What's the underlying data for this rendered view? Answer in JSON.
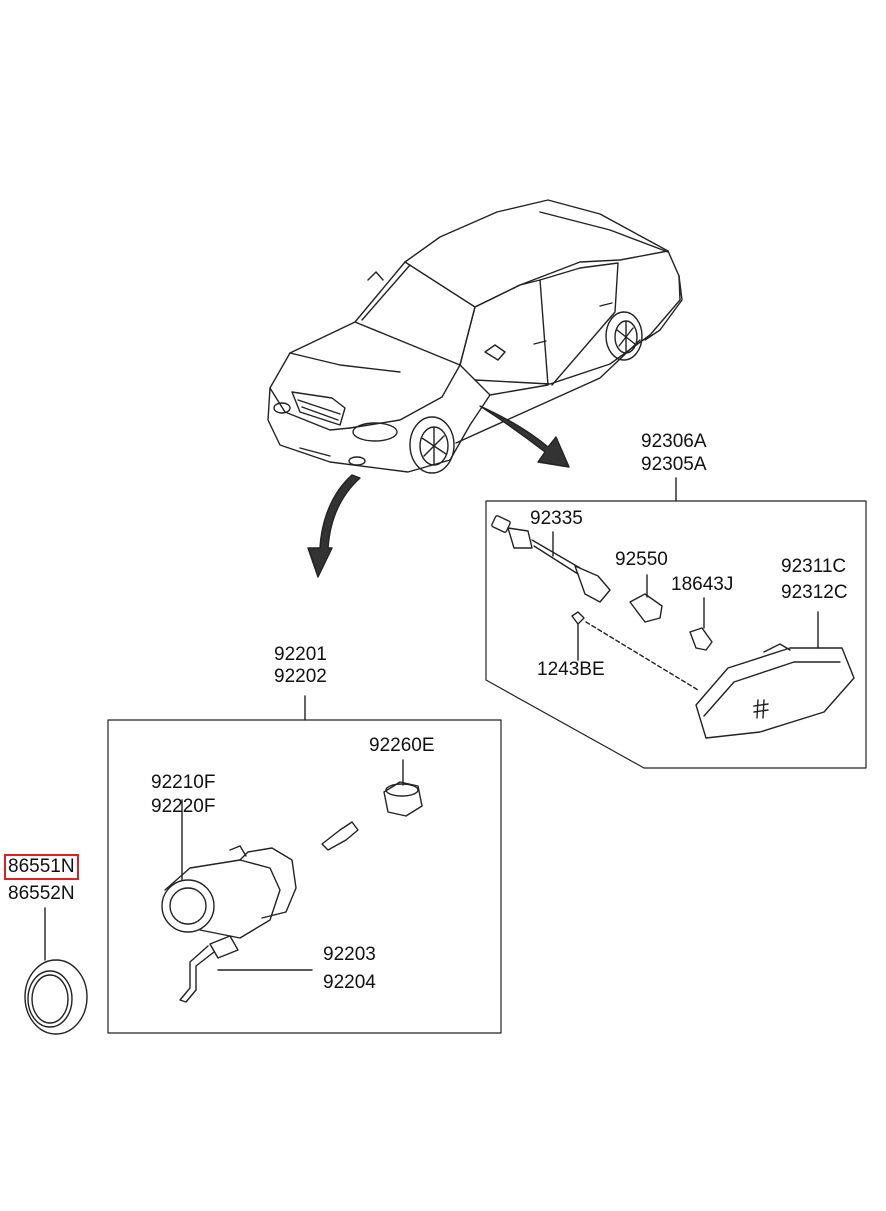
{
  "parts": {
    "side_lamp_assembly": [
      "92306A",
      "92305A"
    ],
    "bulb_socket": "92335",
    "bulb_a": "92550",
    "bulb_b": "18643J",
    "screw": "1243BE",
    "side_lamp_lens": [
      "92311C",
      "92312C"
    ],
    "fog_lamp_assembly": [
      "92201",
      "92202"
    ],
    "fog_bulb_socket": "92260E",
    "fog_lamp_body": [
      "92210F",
      "92220F"
    ],
    "bracket": [
      "92203",
      "92204"
    ],
    "cover": [
      "86551N",
      "86552N"
    ]
  },
  "highlight": {
    "part_number": "86551N",
    "color": "#e02020"
  }
}
